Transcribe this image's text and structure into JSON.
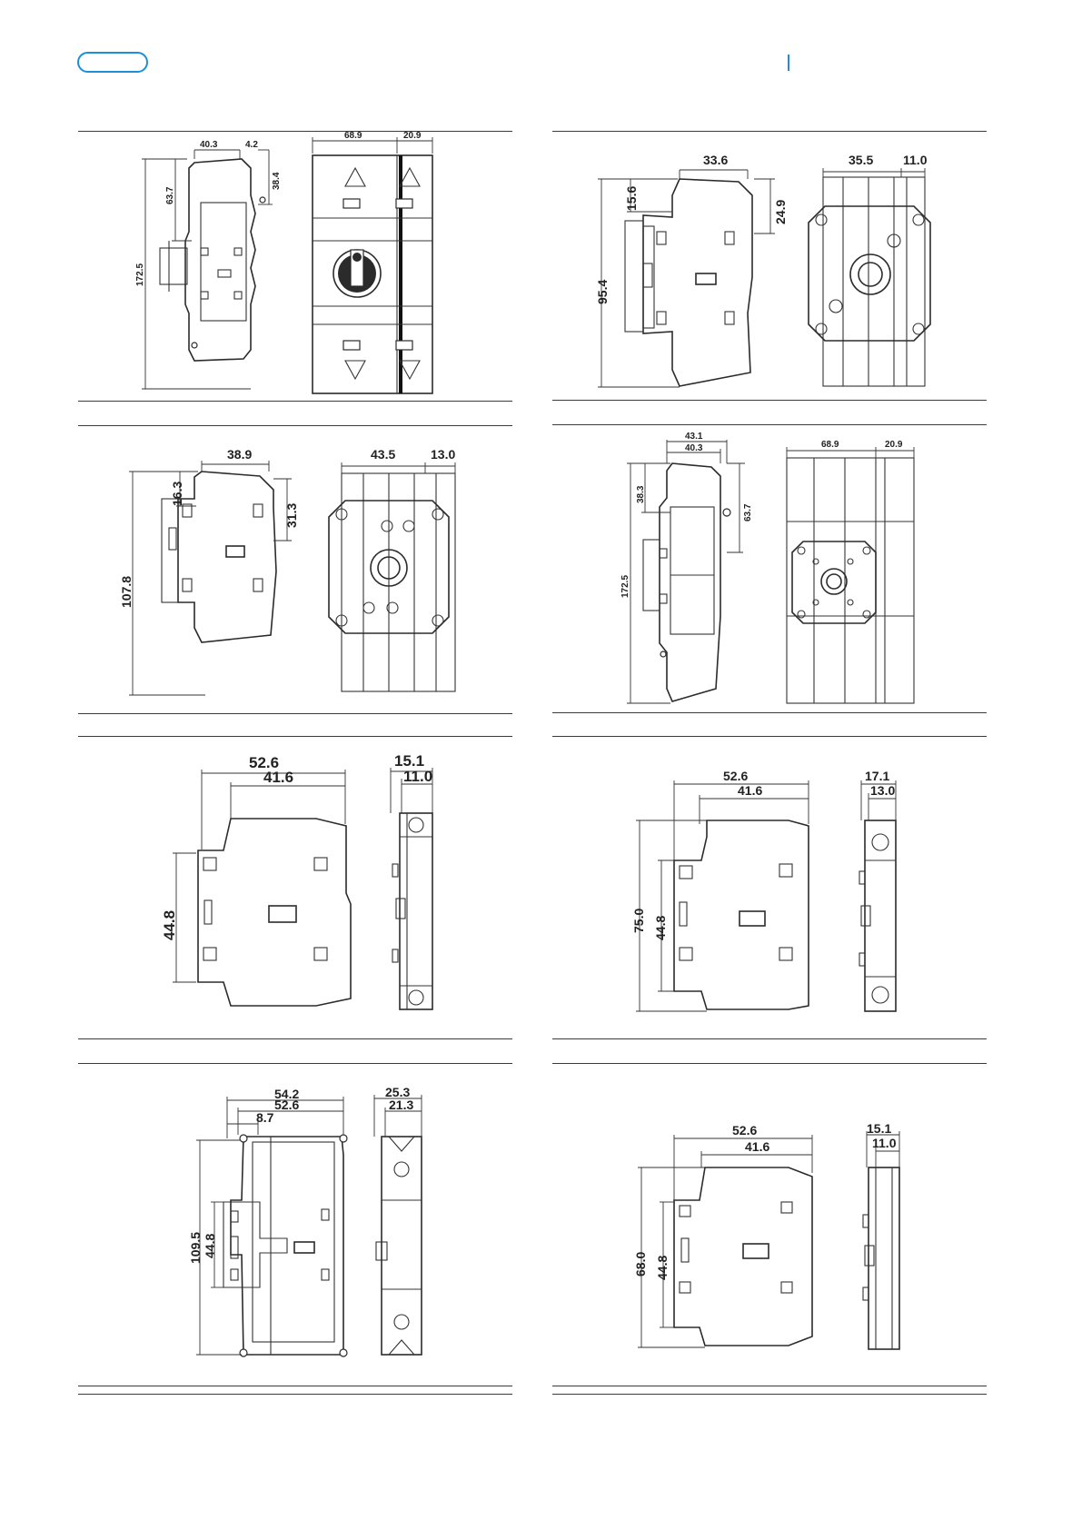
{
  "header": {
    "badge_text": ""
  },
  "drawings": [
    {
      "id": "fig-1",
      "dims": [
        "40.3",
        "4.2",
        "63.7",
        "38.4",
        "172.5",
        "68.9",
        "20.9"
      ]
    },
    {
      "id": "fig-2",
      "dims": [
        "33.6",
        "15.6",
        "24.9",
        "95.4",
        "35.5",
        "11.0"
      ]
    },
    {
      "id": "fig-3",
      "dims": [
        "38.9",
        "16.3",
        "31.3",
        "107.8",
        "43.5",
        "13.0"
      ]
    },
    {
      "id": "fig-4",
      "dims": [
        "43.1",
        "40.3",
        "38.3",
        "63.7",
        "172.5",
        "68.9",
        "20.9"
      ]
    },
    {
      "id": "fig-5",
      "dims": [
        "52.6",
        "41.6",
        "44.8",
        "15.1",
        "11.0"
      ]
    },
    {
      "id": "fig-6",
      "dims": [
        "52.6",
        "41.6",
        "75.0",
        "44.8",
        "17.1",
        "13.0"
      ]
    },
    {
      "id": "fig-7",
      "dims": [
        "54.2",
        "52.6",
        "8.7",
        "109.5",
        "44.8",
        "25.3",
        "21.3"
      ]
    },
    {
      "id": "fig-8",
      "dims": [
        "52.6",
        "41.6",
        "68.0",
        "44.8",
        "15.1",
        "11.0"
      ]
    }
  ]
}
